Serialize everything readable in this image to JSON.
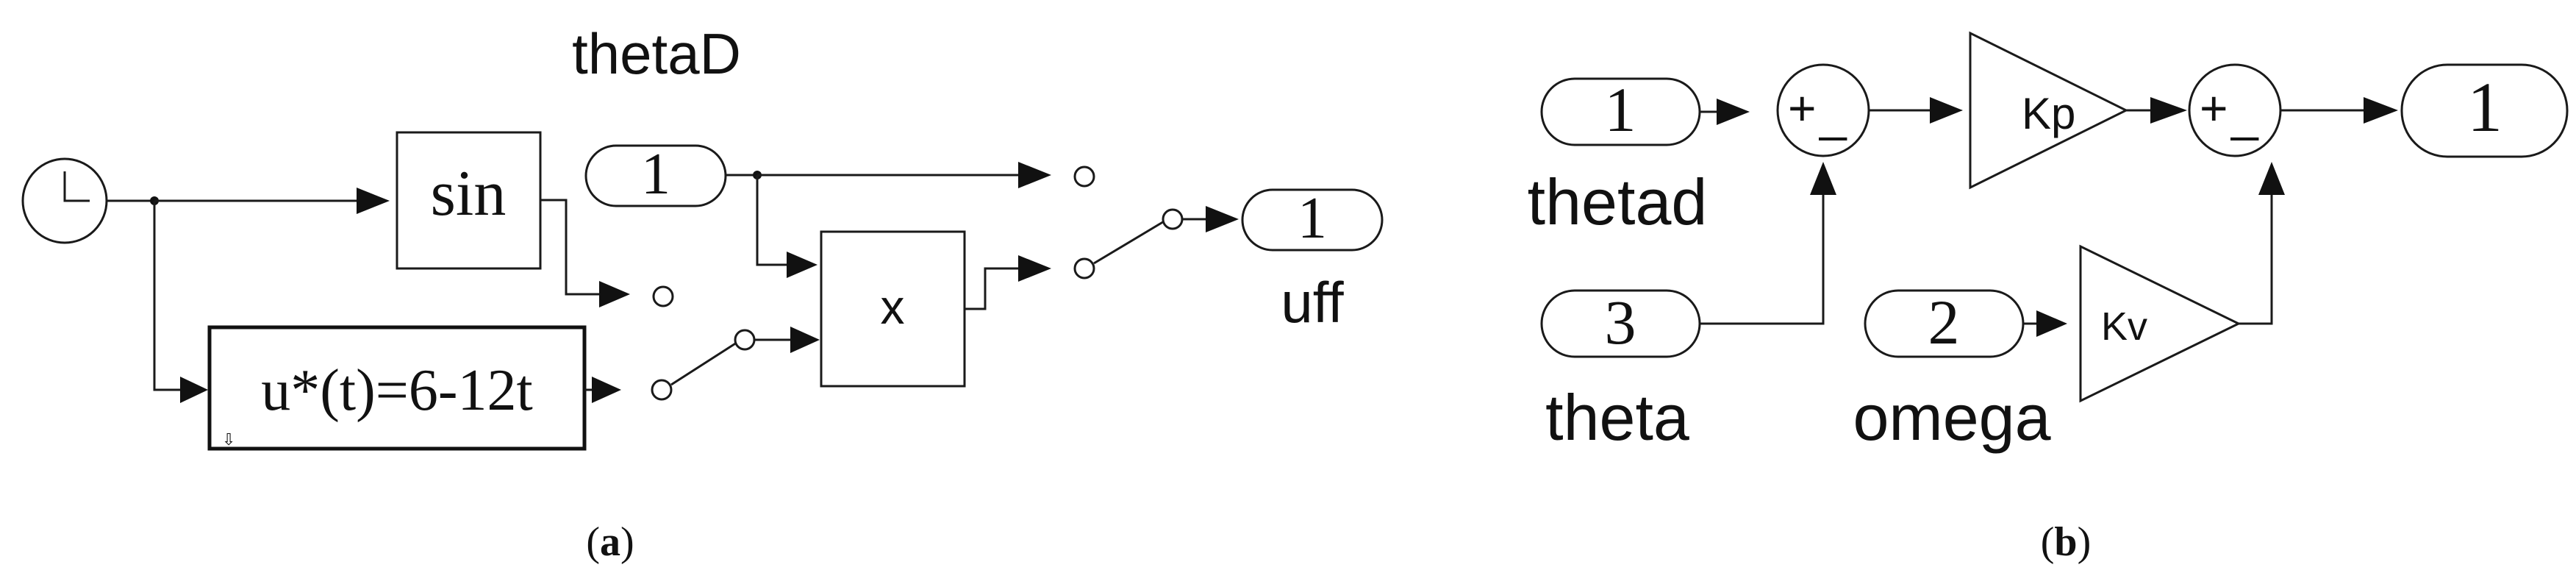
{
  "panel_a": {
    "caption_open": "(",
    "caption_letter": "a",
    "caption_close": ")",
    "signal_thetaD": "thetaD",
    "sin_label": "sin",
    "const_inport": "1",
    "product_label": "x",
    "ramp_label": "u*(t)=6-12t",
    "outport_num": "1",
    "outport_name": "uff"
  },
  "panel_b": {
    "caption_open": "(",
    "caption_letter": "b",
    "caption_close": ")",
    "in1_num": "1",
    "in1_name": "thetad",
    "in3_num": "3",
    "in3_name": "theta",
    "in2_num": "2",
    "in2_name": "omega",
    "sum_plus": "+",
    "sum_minus": "_",
    "kp_label": "Kp",
    "kv_label": "Kv",
    "out_num": "1"
  }
}
